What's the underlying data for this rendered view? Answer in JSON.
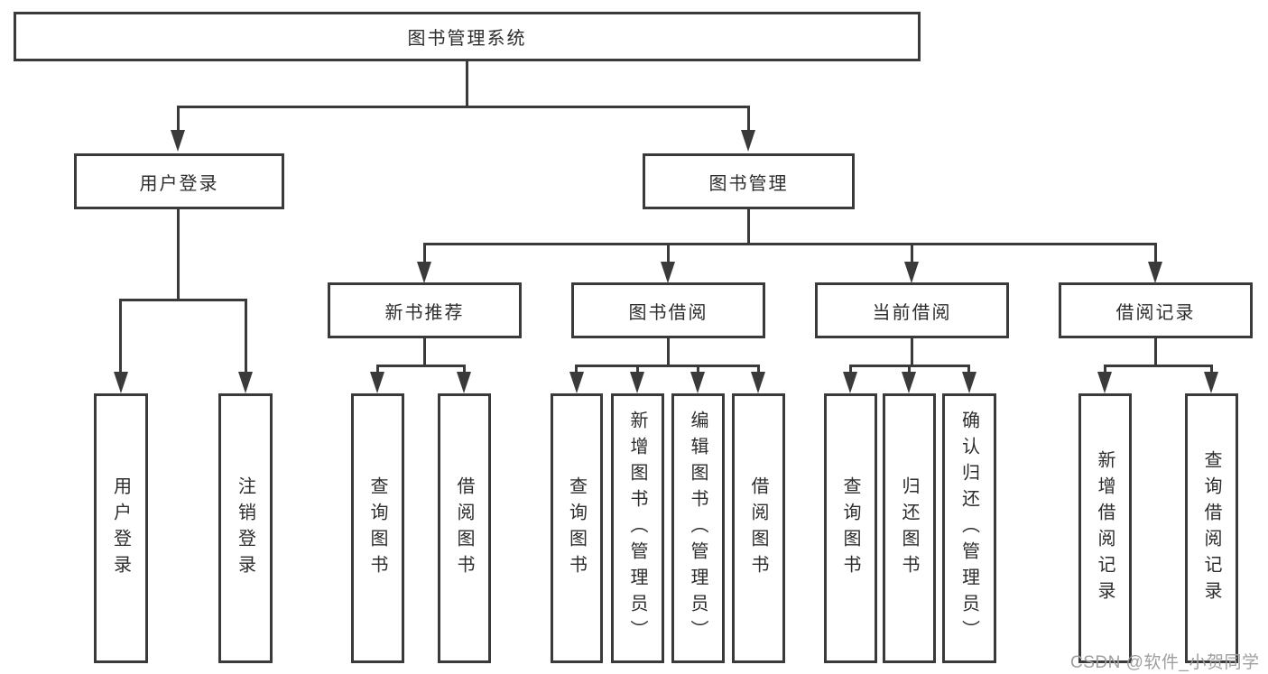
{
  "diagram": {
    "type": "tree",
    "line_color": "#3a3a3a",
    "text_color": "#2d2d2d",
    "background": "#ffffff",
    "root": {
      "label": "图书管理系统",
      "children": [
        {
          "label": "用户登录",
          "children": [
            {
              "label": "用户登录"
            },
            {
              "label": "注销登录"
            }
          ]
        },
        {
          "label": "图书管理",
          "children": [
            {
              "label": "新书推荐",
              "children": [
                {
                  "label": "查询图书"
                },
                {
                  "label": "借阅图书"
                }
              ]
            },
            {
              "label": "图书借阅",
              "children": [
                {
                  "label": "查询图书"
                },
                {
                  "label": "新增图书（管理员）"
                },
                {
                  "label": "编辑图书（管理员）"
                },
                {
                  "label": "借阅图书"
                }
              ]
            },
            {
              "label": "当前借阅",
              "children": [
                {
                  "label": "查询图书"
                },
                {
                  "label": "归还图书"
                },
                {
                  "label": "确认归还（管理员）"
                }
              ]
            },
            {
              "label": "借阅记录",
              "children": [
                {
                  "label": "新增借阅记录"
                },
                {
                  "label": "查询借阅记录"
                }
              ]
            }
          ]
        }
      ]
    }
  },
  "watermark": {
    "text": "CSDN @软件_小贺同学",
    "color": "#9f9f9f"
  }
}
